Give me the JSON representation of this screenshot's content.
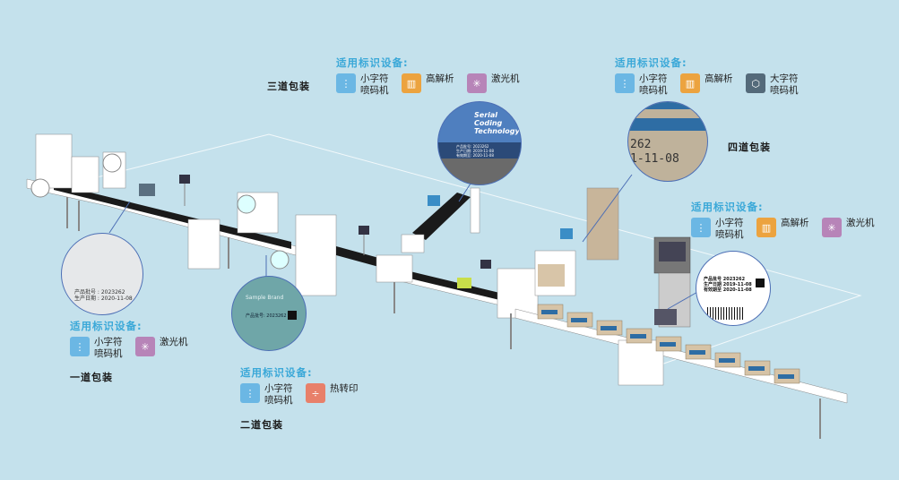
{
  "stages": [
    {
      "id": "stage1",
      "title": "一道包装"
    },
    {
      "id": "stage2",
      "title": "二道包装"
    },
    {
      "id": "stage3",
      "title": "三道包装"
    },
    {
      "id": "stage4",
      "title": "四道包装"
    }
  ],
  "equipment_heading": "适用标识设备:",
  "equipment_groups": {
    "stage1": [
      {
        "icon": "inkjet-icon",
        "label": "小字符喷码机",
        "color": "#6bb7e4"
      },
      {
        "icon": "laser-icon",
        "label": "激光机",
        "color": "#b784b8"
      }
    ],
    "stage2": [
      {
        "icon": "inkjet-icon",
        "label": "小字符喷码机",
        "color": "#6bb7e4"
      },
      {
        "icon": "thermal-transfer-icon",
        "label": "热转印",
        "color": "#e8806a"
      }
    ],
    "stage3": [
      {
        "icon": "inkjet-icon",
        "label": "小字符喷码机",
        "color": "#6bb7e4"
      },
      {
        "icon": "high-resolution-icon",
        "label": "高解析",
        "color": "#eca33f"
      },
      {
        "icon": "laser-icon",
        "label": "激光机",
        "color": "#b784b8"
      }
    ],
    "stage4_top": [
      {
        "icon": "inkjet-icon",
        "label": "小字符喷码机",
        "color": "#6bb7e4"
      },
      {
        "icon": "high-resolution-icon",
        "label": "高解析",
        "color": "#eca33f"
      },
      {
        "icon": "large-character-icon",
        "label": "大字符喷码机",
        "color": "#546a7a"
      }
    ],
    "stage4_right": [
      {
        "icon": "inkjet-icon",
        "label": "小字符喷码机",
        "color": "#6bb7e4"
      },
      {
        "icon": "high-resolution-icon",
        "label": "高解析",
        "color": "#eca33f"
      },
      {
        "icon": "laser-icon",
        "label": "激光机",
        "color": "#b784b8"
      }
    ]
  },
  "zoom_samples": {
    "stage1": {
      "line1": "产品批号 : 2023262",
      "line2": "生产日期 : 2020-11-08"
    },
    "stage2": {
      "line1": "产品批号: 2023262",
      "brand": "Sample Brand"
    },
    "stage3": {
      "brand1": "Serial",
      "brand2": "Coding",
      "brand3": "Technology",
      "line1": "产品批号: 2023262",
      "line2": "生产日期: 2019-11-08",
      "line3": "有效期至: 2020-11-08"
    },
    "stage4_top": {
      "line1": "262",
      "line2": "1-11-08"
    },
    "stage4_right": {
      "line1": "产品批号 2023262",
      "line2": "生产日期 2019-11-08",
      "line3": "有效期至 2020-11-08"
    }
  },
  "colors": {
    "background": "#c4e1ec",
    "heading": "#3aa8d8",
    "leader": "#4d6fb5"
  }
}
